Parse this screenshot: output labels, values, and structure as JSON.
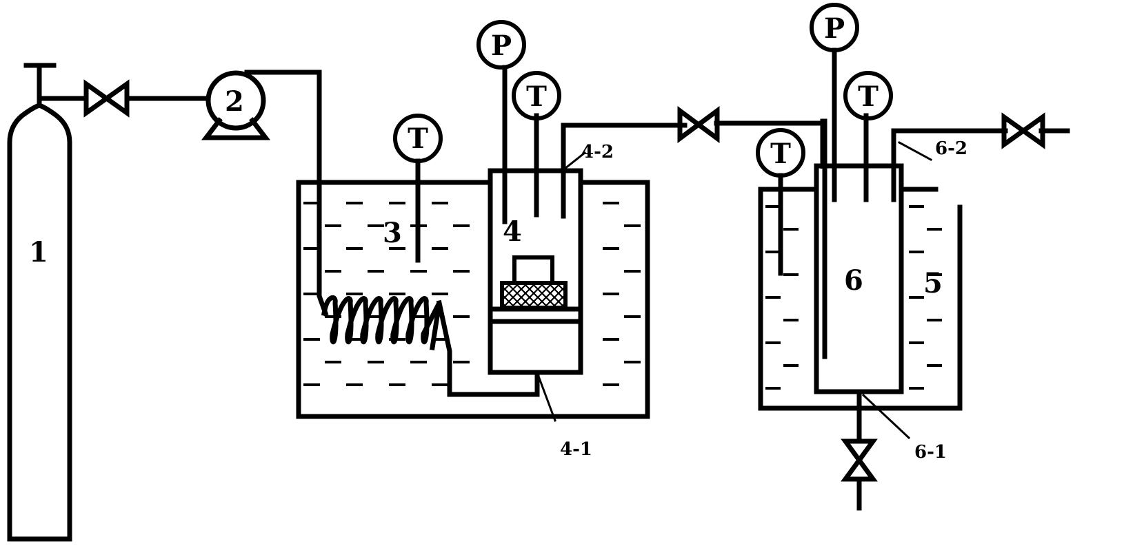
{
  "labels": {
    "cylinder": "1",
    "pump": "2",
    "bath": "3",
    "reactor": "4",
    "reactor_inlet": "4-1",
    "reactor_outlet": "4-2",
    "cooling_bath": "5",
    "separator": "6",
    "separator_outlet_bottom": "6-1",
    "separator_outlet_top": "6-2"
  },
  "gauges": {
    "bath_temperature": "T",
    "reactor_pressure": "P",
    "reactor_temperature": "T",
    "cooling_temperature": "T",
    "separator_pressure": "P",
    "separator_temperature": "T"
  },
  "colors": {
    "line": "#000000",
    "background": "#ffffff"
  }
}
